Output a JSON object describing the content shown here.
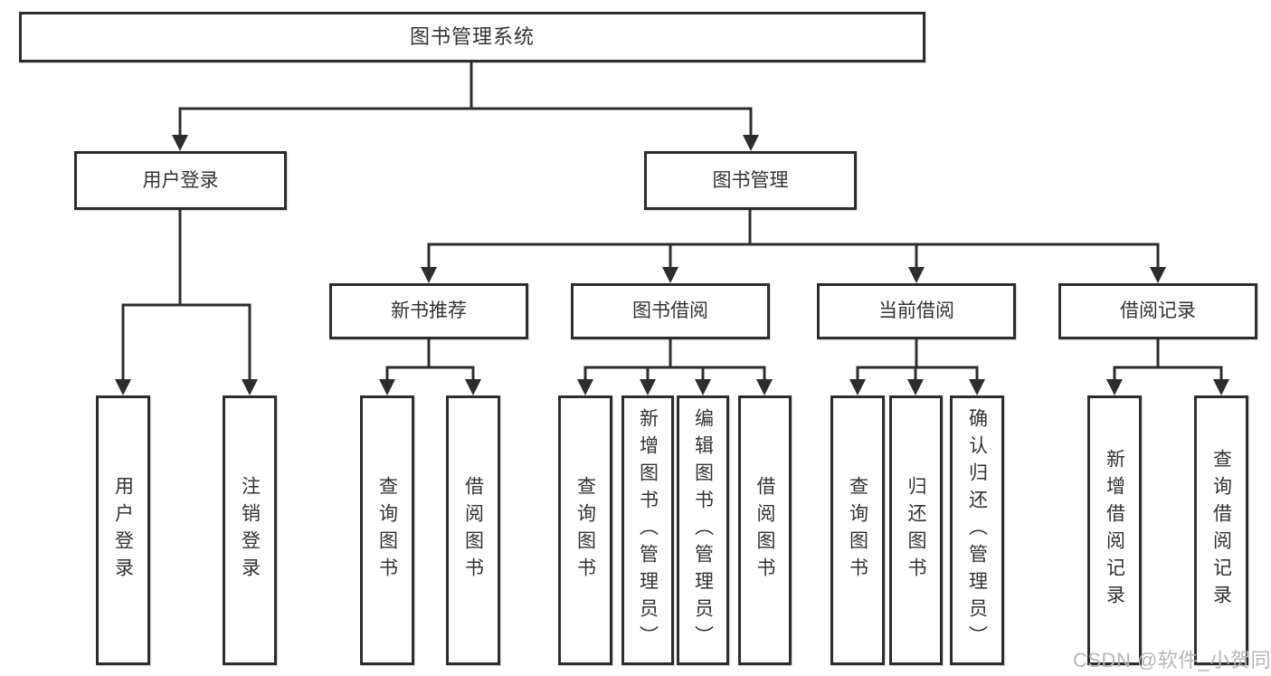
{
  "diagram": {
    "root": {
      "label": "图书管理系统",
      "children": [
        {
          "label": "用户登录",
          "children": [
            {
              "label": "用户登录"
            },
            {
              "label": "注销登录"
            }
          ]
        },
        {
          "label": "图书管理",
          "children": [
            {
              "label": "新书推荐",
              "children": [
                {
                  "label": "查询图书"
                },
                {
                  "label": "借阅图书"
                }
              ]
            },
            {
              "label": "图书借阅",
              "children": [
                {
                  "label": "查询图书"
                },
                {
                  "label": "新增图书（管理员）"
                },
                {
                  "label": "编辑图书（管理员）"
                },
                {
                  "label": "借阅图书"
                }
              ]
            },
            {
              "label": "当前借阅",
              "children": [
                {
                  "label": "查询图书"
                },
                {
                  "label": "归还图书"
                },
                {
                  "label": "确认归还（管理员）"
                }
              ]
            },
            {
              "label": "借阅记录",
              "children": [
                {
                  "label": "新增借阅记录"
                },
                {
                  "label": "查询借阅记录"
                }
              ]
            }
          ]
        }
      ]
    }
  },
  "watermark": {
    "text": "CSDN @软件_小贺同学"
  },
  "colors": {
    "line": "#2d2d2d",
    "box_border": "#2d2d2d",
    "box_fill": "#ffffff",
    "text": "#333333",
    "watermark": "#b5b5b5",
    "background": "#ffffff"
  }
}
